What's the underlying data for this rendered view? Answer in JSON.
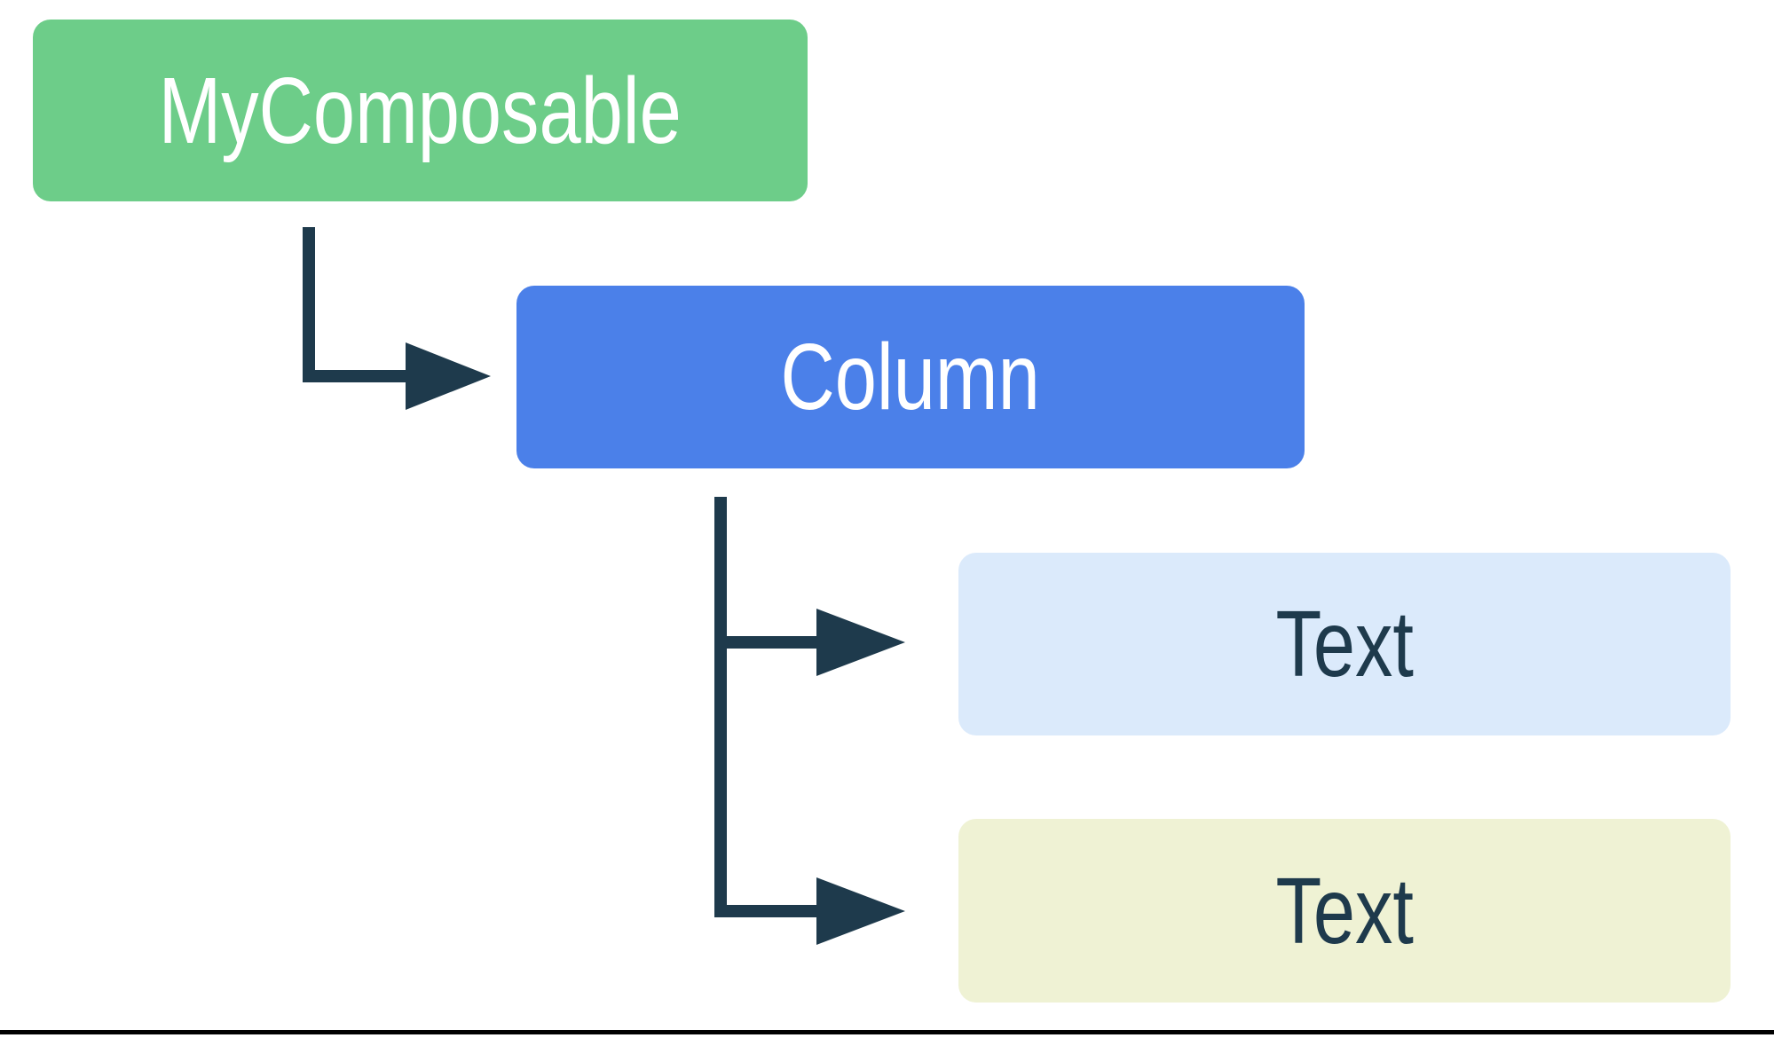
{
  "diagram": {
    "type": "ui-composition-tree",
    "colors": {
      "background": "#FFFFFF",
      "arrow": "#1E3A4C",
      "bottom_border": "#000000"
    },
    "nodes": [
      {
        "id": "my-composable",
        "label": "MyComposable",
        "bg": "#6DCD89",
        "text_color": "#FFFFFF"
      },
      {
        "id": "column",
        "label": "Column",
        "bg": "#4B80E9",
        "text_color": "#FFFFFF"
      },
      {
        "id": "text-1",
        "label": "Text",
        "bg": "#DBEAFB",
        "text_color": "#1E3A4C"
      },
      {
        "id": "text-2",
        "label": "Text",
        "bg": "#EFF2D4",
        "text_color": "#1E3A4C"
      }
    ],
    "edges": [
      {
        "from": "MyComposable",
        "to": "Column"
      },
      {
        "from": "Column",
        "to": "Text (first child)"
      },
      {
        "from": "Column",
        "to": "Text (second child)"
      }
    ]
  }
}
